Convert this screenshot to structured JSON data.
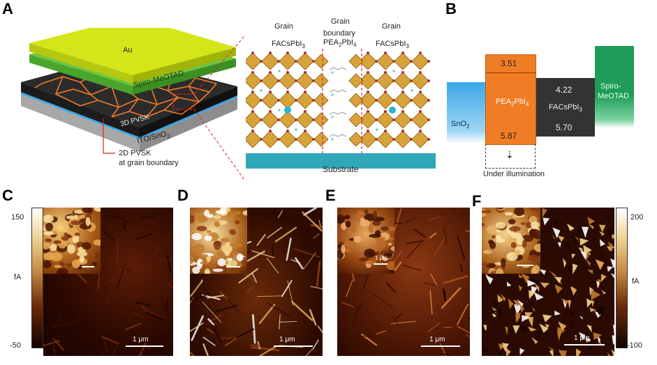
{
  "panels": {
    "a": "A",
    "b": "B",
    "c": "C",
    "d": "D",
    "e": "E",
    "f": "F"
  },
  "panel_a": {
    "layer_au": "Au",
    "layer_spiro": "Spiro-MeOTAD",
    "layer_3d": "3D PVSK",
    "layer_ito": "ITO/SnO",
    "layer_ito_sub": "2",
    "callout_line1": "2D PVSK",
    "callout_line2": "at grain boundary",
    "grain_left": "Grain",
    "grain_right": "Grain",
    "boundary_top": "Grain",
    "boundary_mid": "boundary",
    "facs_left": "FACsPbI",
    "facs_left_sub": "3",
    "facs_right": "FACsPbI",
    "facs_right_sub": "3",
    "pea": "PEA",
    "pea_sub1": "2",
    "pea_mid": "PbI",
    "pea_sub2": "4",
    "substrate": "Substrate"
  },
  "panel_b": {
    "sno2": "SnO",
    "sno2_sub": "2",
    "pea_top": "3.51",
    "pea_label": "PEA",
    "pea_sub1": "2",
    "pea_mid": "PbI",
    "pea_sub2": "4",
    "pea_bottom": "5.87",
    "facs_top": "4.22",
    "facs_label": "FACsPbI",
    "facs_sub": "3",
    "facs_bottom": "5.70",
    "spiro_line1": "Spiro-",
    "spiro_line2": "MeOTAD",
    "illum": "Under illumination"
  },
  "colorbar_left": {
    "max": "150",
    "unit": "fA",
    "min": "-50"
  },
  "colorbar_right": {
    "max": "200",
    "unit": "fA",
    "min": "-100"
  },
  "scalebar": "1 μm",
  "inset_scalebar": "1 μm",
  "colors": {
    "au": "#d4e619",
    "spiro": "#6cc641",
    "pvsk": "#2b2b2b",
    "grain_boundary": "#f07a2a",
    "sno2": "#5bb8ea",
    "pea_box": "#f07d25",
    "facs_box": "#333333",
    "spiro_box": "#1f9d58",
    "substrate": "#2fa7b8",
    "afm_dark": "#2a0800",
    "afm_mid": "#8a3a10",
    "afm_bright": "#f2d79a"
  }
}
